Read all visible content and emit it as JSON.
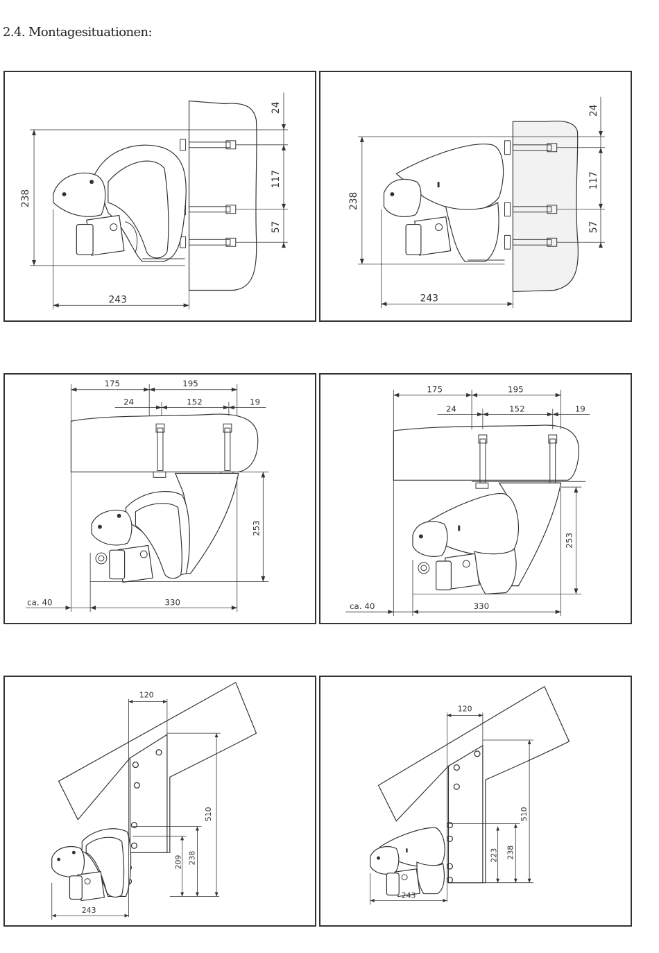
{
  "title": "2.4. Montagesituationen:",
  "panels": {
    "p1": {
      "d_left": "238",
      "d_bottom": "243",
      "d_top": "24",
      "d_mid": "117",
      "d_low": "57"
    },
    "p2": {
      "d_left": "238",
      "d_bottom": "243",
      "d_top": "24",
      "d_mid": "117",
      "d_low": "57"
    },
    "p3": {
      "d_175": "175",
      "d_195": "195",
      "d_24": "24",
      "d_152": "152",
      "d_19": "19",
      "d_253": "253",
      "d_ca40": "ca. 40",
      "d_330": "330"
    },
    "p4": {
      "d_175": "175",
      "d_195": "195",
      "d_24": "24",
      "d_152": "152",
      "d_19": "19",
      "d_253": "253",
      "d_ca40": "ca. 40",
      "d_330": "330"
    },
    "p5": {
      "d_120": "120",
      "d_510": "510",
      "d_209": "209",
      "d_238": "238",
      "d_243": "243"
    },
    "p6": {
      "d_120": "120",
      "d_510": "510",
      "d_223": "223",
      "d_238": "238",
      "d_243": "243"
    }
  }
}
